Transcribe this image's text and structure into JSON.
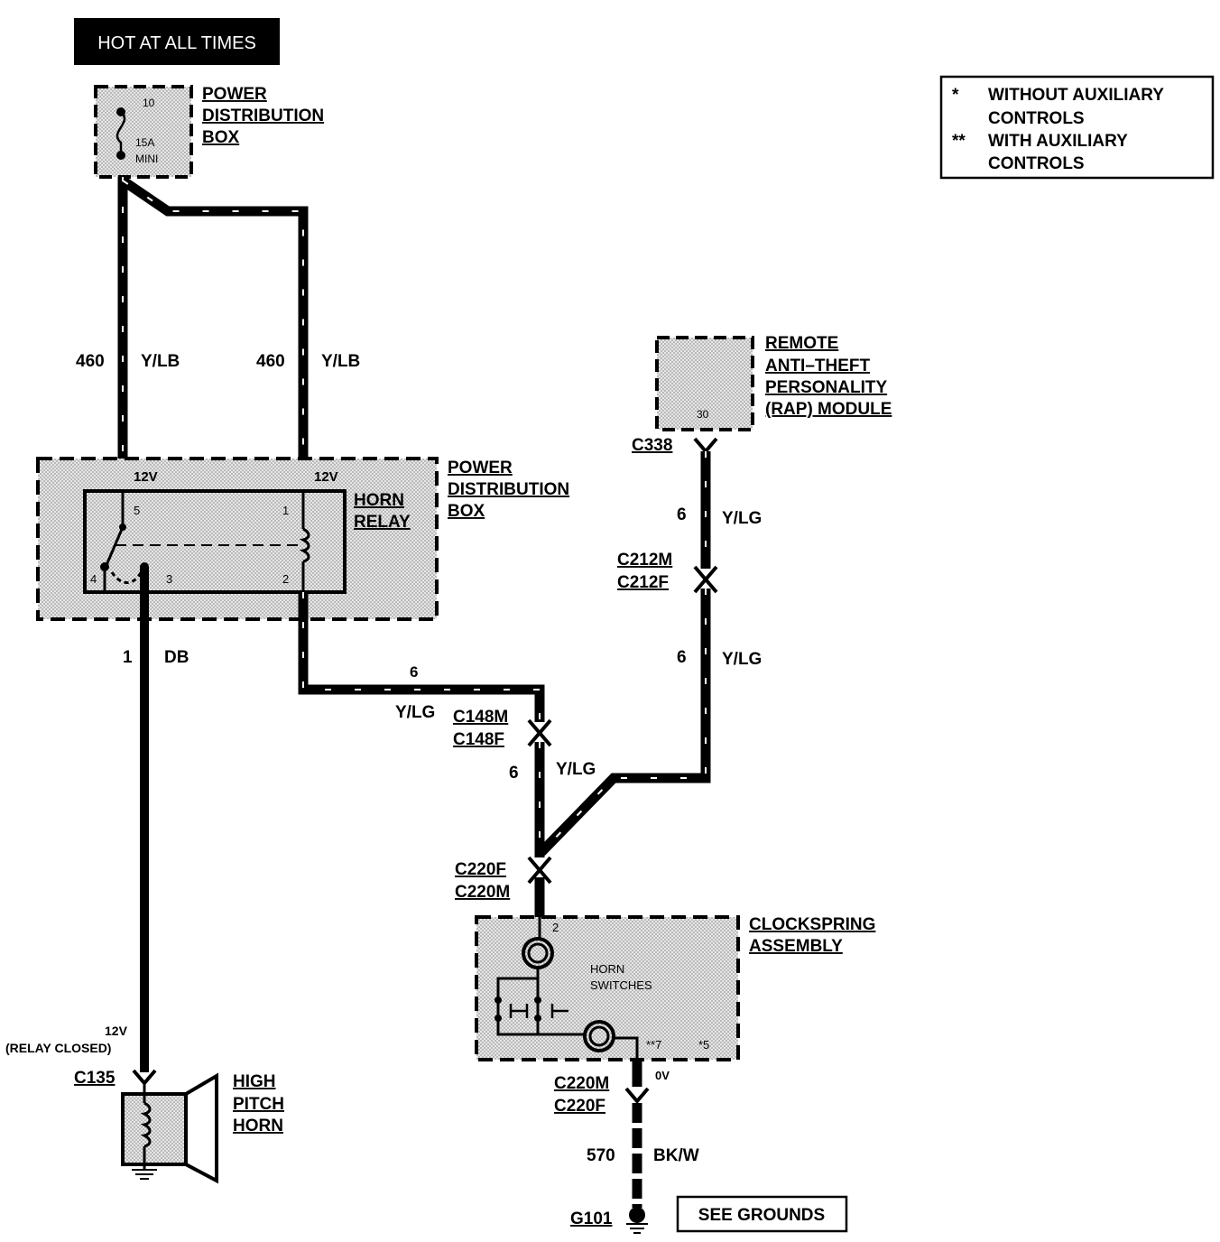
{
  "header": {
    "hot_label": "HOT AT ALL TIMES"
  },
  "legend": {
    "line1_mark": "*",
    "line1_text": "WITHOUT  AUXILIARY",
    "line1b_text": "CONTROLS",
    "line2_mark": "**",
    "line2_text": "WITH AUXILIARY",
    "line2b_text": "CONTROLS"
  },
  "pdb_top": {
    "name_1": "POWER",
    "name_2": "DISTRIBUTION",
    "name_3": "BOX",
    "fuse_num": "10",
    "fuse_amp": "15A",
    "fuse_type": "MINI"
  },
  "wires": {
    "left_circuit": "460",
    "left_color": "Y/LB",
    "right_circuit": "460",
    "right_color": "Y/LB",
    "db_circuit": "1",
    "db_color": "DB",
    "relay_out_circuit": "6",
    "relay_out_color": "Y/LG",
    "mid_circuit": "6",
    "mid_color": "Y/LG",
    "rap_upper_circuit": "6",
    "rap_upper_color": "Y/LG",
    "rap_lower_circuit": "6",
    "rap_lower_color": "Y/LG",
    "ground_circuit": "570",
    "ground_color": "BK/W"
  },
  "pdb_main": {
    "name_1": "POWER",
    "name_2": "DISTRIBUTION",
    "name_3": "BOX",
    "v_left": "12V",
    "v_right": "12V",
    "relay_name_1": "HORN",
    "relay_name_2": "RELAY",
    "pin_5": "5",
    "pin_1": "1",
    "pin_4": "4",
    "pin_3": "3",
    "pin_2": "2"
  },
  "rap": {
    "name_1": "REMOTE",
    "name_2": "ANTI–THEFT",
    "name_3": "PERSONALITY",
    "name_4": "(RAP) MODULE",
    "pin": "30",
    "connector": "C338"
  },
  "connectors": {
    "c212m": "C212M",
    "c212f": "C212F",
    "c148m": "C148M",
    "c148f": "C148F",
    "c220f_top": "C220F",
    "c220m_top": "C220M",
    "c220m_bot": "C220M",
    "c220f_bot": "C220F",
    "c135": "C135",
    "g101": "G101"
  },
  "clockspring": {
    "name_1": "CLOCKSPRING",
    "name_2": "ASSEMBLY",
    "pin_2": "2",
    "switch_1": "HORN",
    "switch_2": "SWITCHES",
    "pin_7": "**7",
    "pin_5": "*5",
    "v_out": "0V"
  },
  "horn": {
    "v_label": "12V",
    "relay_note": "(RELAY CLOSED)",
    "name_1": "HIGH",
    "name_2": "PITCH",
    "name_3": "HORN"
  },
  "grounds": {
    "see_label": "SEE GROUNDS"
  }
}
